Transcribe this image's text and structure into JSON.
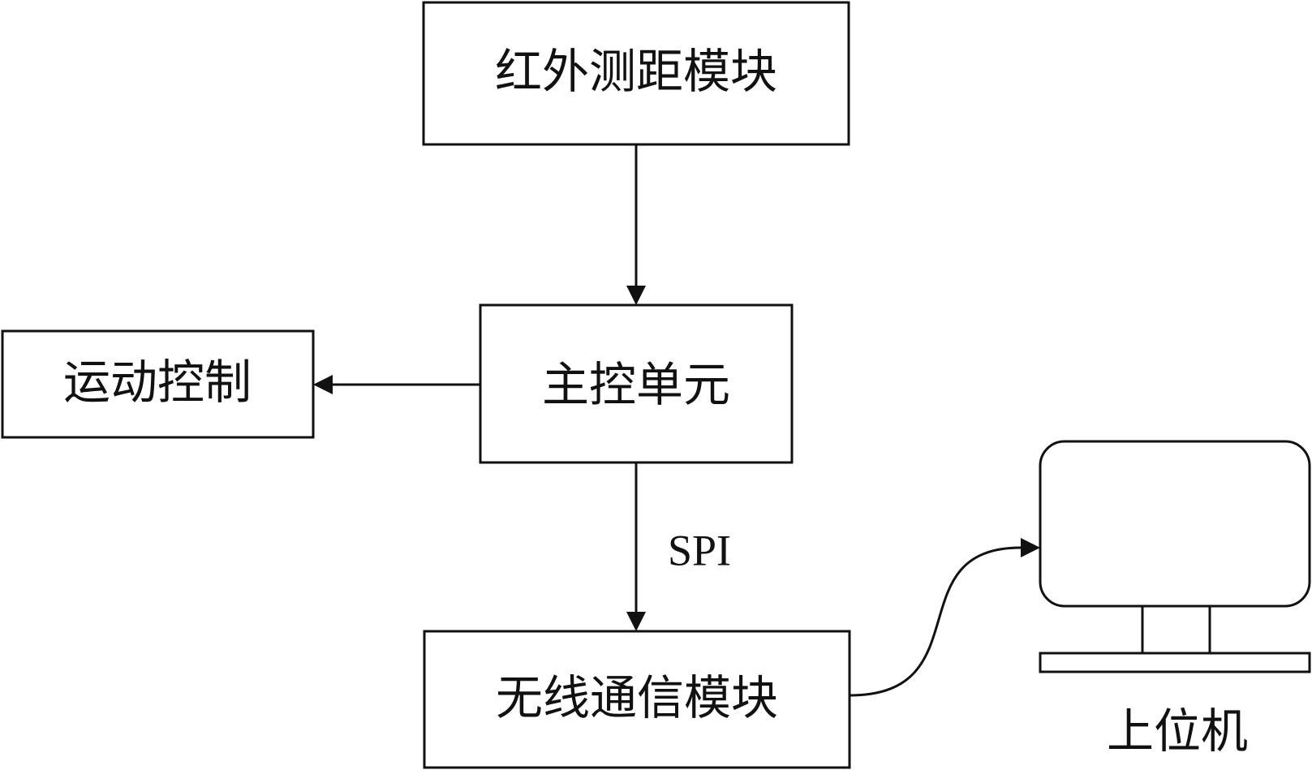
{
  "nodes": {
    "infrared_module": {
      "label": "红外测距模块"
    },
    "main_unit": {
      "label": "主控单元"
    },
    "motion_control": {
      "label": "运动控制"
    },
    "wireless_module": {
      "label": "无线通信模块"
    },
    "host_computer": {
      "label": "上位机",
      "icon": "computer-monitor-icon"
    }
  },
  "edges": {
    "spi": {
      "label": "SPI"
    }
  }
}
